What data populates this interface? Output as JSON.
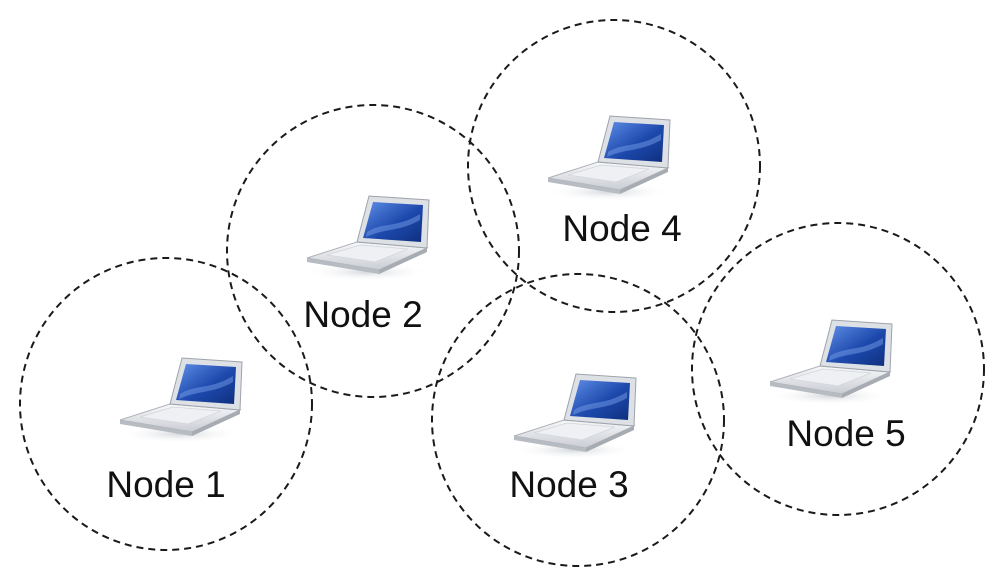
{
  "diagram": {
    "nodes": [
      {
        "id": "node-1",
        "label": "Node 1"
      },
      {
        "id": "node-2",
        "label": "Node 2"
      },
      {
        "id": "node-3",
        "label": "Node 3"
      },
      {
        "id": "node-4",
        "label": "Node 4"
      },
      {
        "id": "node-5",
        "label": "Node 5"
      }
    ],
    "circle_style": "dashed",
    "icon": "laptop-icon",
    "colors": {
      "screen": "#1f4fb0",
      "laptop_body": "#e4e6ea",
      "line": "#1a1a1a",
      "text": "#111111"
    }
  }
}
